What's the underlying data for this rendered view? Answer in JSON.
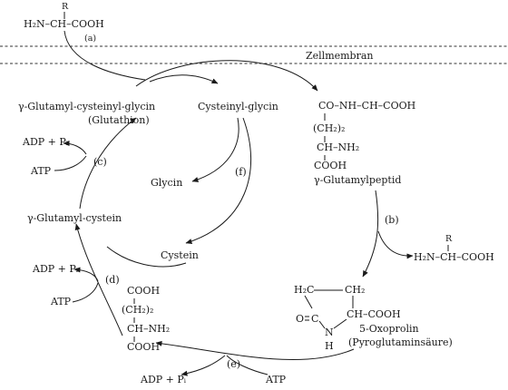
{
  "diagram": {
    "membrane_label": "Zellmembran",
    "amino_acid_top": {
      "R": "R",
      "formula": "H₂N–CH–COOH",
      "step": "(a)"
    },
    "nodes": {
      "glutathione": "γ-Glutamyl-cysteinyl-glycin",
      "glutathione_sub": "(Glutathion)",
      "cysteinylglycine": "Cysteinyl-glycin",
      "glycine": "Glycin",
      "glutamylcysteine": "γ-Glutamyl-cystein",
      "cysteine": "Cystein",
      "glutamyl_peptide": "γ-Glutamylpeptid",
      "oxoproline": "5-Oxoprolin",
      "oxoproline_sub": "(Pyroglutaminsäure)"
    },
    "peptide_structure": {
      "line1": "CO–NH–CH–COOH",
      "line2": "(CH₂)₂",
      "line3": "CH–NH₂",
      "line4": "COOH"
    },
    "glutamate_structure": {
      "line1": "COOH",
      "line2": "(CH₂)₂",
      "line3": "CH–NH₂",
      "line4": "COOH"
    },
    "released_aa": {
      "R": "R",
      "formula": "H₂N–CH–COOH"
    },
    "oxoproline_ring": {
      "h2c": "H₂C",
      "ch2": "CH₂",
      "o": "O",
      "c": "C",
      "ch": "CH–COOH",
      "n": "N",
      "h": "H"
    },
    "steps": {
      "b": "(b)",
      "c": "(c)",
      "d": "(d)",
      "e": "(e)",
      "f": "(f)"
    },
    "cofactors": {
      "adp_c": "ADP + Pᵢ",
      "atp_c": "ATP",
      "adp_d": "ADP + Pᵢ",
      "atp_d": "ATP",
      "adp_e": "ADP + Pᵢ",
      "atp_e": "ATP"
    }
  }
}
